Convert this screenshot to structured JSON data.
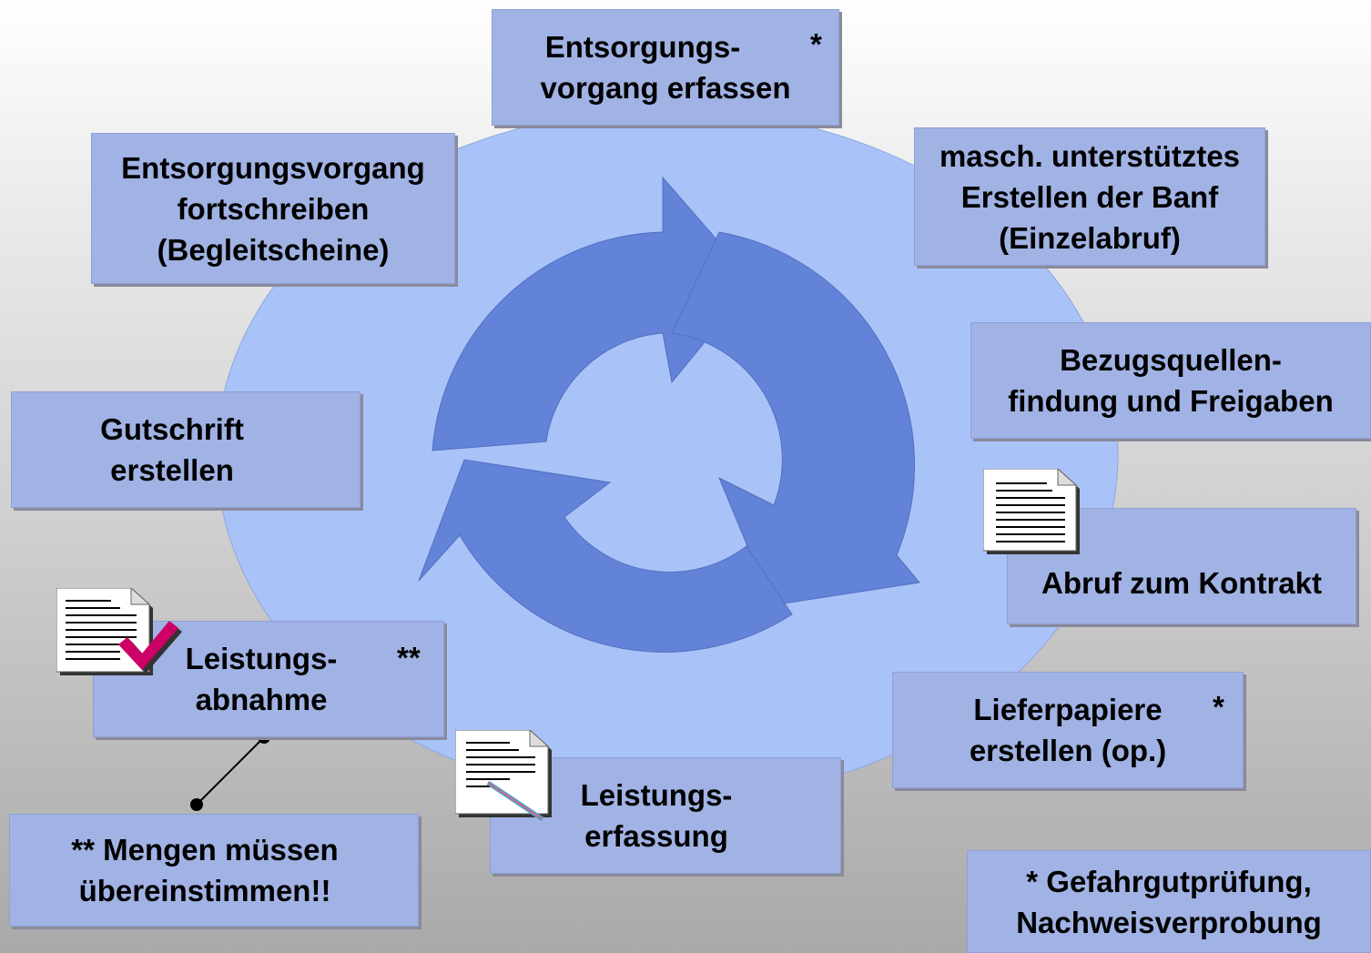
{
  "colors": {
    "circle": "#a9c3f9",
    "arrow": "#6383d8",
    "box": "#a1b2e4",
    "check": "#cc0066"
  },
  "nodes": {
    "entsorgung_erfassen": {
      "lines": [
        "Entsorgungs-",
        "vorgang erfassen"
      ],
      "star": "*"
    },
    "banf": {
      "lines": [
        "masch. unterstütztes",
        "Erstellen der Banf",
        "(Einzelabruf)"
      ]
    },
    "bezugsquellen": {
      "lines": [
        "Bezugsquellen-",
        "findung und Freigaben"
      ]
    },
    "abruf": {
      "lines": [
        "Abruf zum Kontrakt"
      ],
      "icon": "document-icon"
    },
    "lieferpapiere": {
      "lines": [
        "Lieferpapiere",
        "erstellen (op.)"
      ],
      "star": "*"
    },
    "leistungserfassung": {
      "lines": [
        "Leistungs-",
        "erfassung"
      ],
      "icon": "document-pen-icon"
    },
    "leistungsabnahme": {
      "lines": [
        "Leistungs-",
        "abnahme"
      ],
      "star": "**",
      "icon": "document-check-icon"
    },
    "gutschrift": {
      "lines": [
        "Gutschrift",
        "erstellen"
      ]
    },
    "fortschreiben": {
      "lines": [
        "Entsorgungsvorgang",
        "fortschreiben",
        "(Begleitscheine)"
      ]
    }
  },
  "notes": {
    "mengen": {
      "lines": [
        "** Mengen müssen",
        "übereinstimmen!!"
      ]
    },
    "gefahrgut": {
      "lines": [
        "* Gefahrgutprüfung,",
        "Nachweisverprobung"
      ]
    }
  }
}
